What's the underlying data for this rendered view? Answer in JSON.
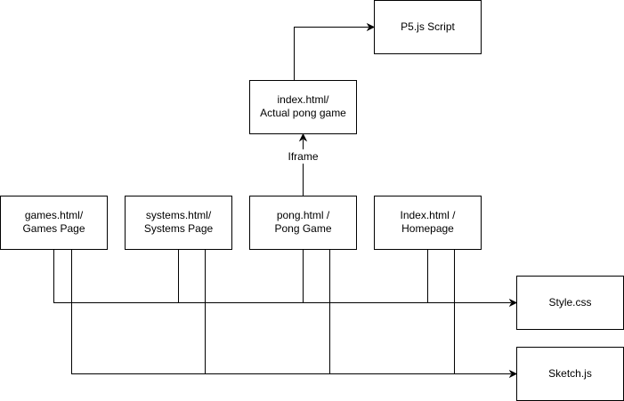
{
  "diagram": {
    "nodes": {
      "p5_script": {
        "line1": "P5.js Script",
        "line2": ""
      },
      "index_actual": {
        "line1": "index.html/",
        "line2": "Actual pong game"
      },
      "games": {
        "line1": "games.html/",
        "line2": "Games Page"
      },
      "systems": {
        "line1": "systems.html/",
        "line2": "Systems Page"
      },
      "pong": {
        "line1": "pong.html /",
        "line2": "Pong Game"
      },
      "index_home": {
        "line1": "Index.html /",
        "line2": "Homepage"
      },
      "style_css": {
        "line1": "Style.css",
        "line2": ""
      },
      "sketch_js": {
        "line1": "Sketch.js",
        "line2": ""
      }
    },
    "edge_labels": {
      "iframe": "Iframe"
    },
    "colors": {
      "stroke": "#000000",
      "fill": "#ffffff",
      "background": "#ffffff"
    }
  }
}
